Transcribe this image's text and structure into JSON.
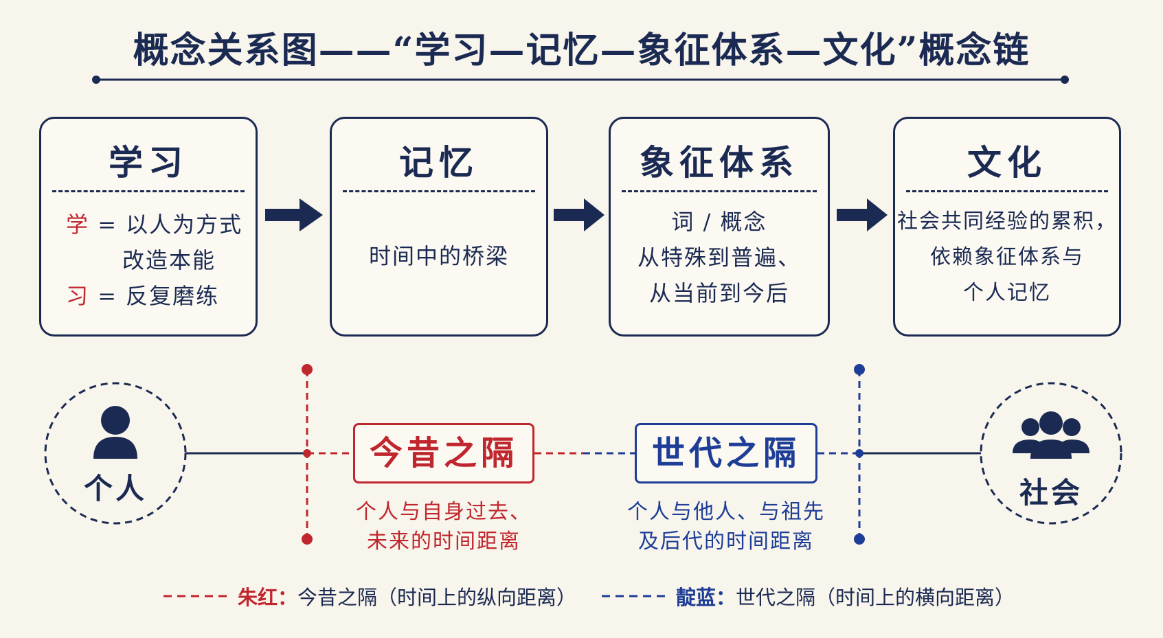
{
  "title": "概念关系图——“学习—记忆—象征体系—文化”概念链",
  "concepts": [
    {
      "head": "学习",
      "lines": [
        {
          "key": "学",
          "text": "= 以人为方式"
        },
        {
          "key": "",
          "text": "改造本能"
        },
        {
          "key": "习",
          "text": "= 反复磨练"
        }
      ]
    },
    {
      "head": "记忆",
      "lines": [
        {
          "text": "时间中的桥梁"
        }
      ]
    },
    {
      "head": "象征体系",
      "lines": [
        {
          "text": "词 / 概念"
        },
        {
          "text": "从特殊到普遍、"
        },
        {
          "text": "从当前到今后"
        }
      ]
    },
    {
      "head": "文化",
      "lines": [
        {
          "text": "社会共同经验的累积，"
        },
        {
          "text": "依赖象征体系与"
        },
        {
          "text": "个人记忆"
        }
      ]
    }
  ],
  "individual": {
    "label": "个人",
    "icon": "person-icon"
  },
  "society": {
    "label": "社会",
    "icon": "group-icon"
  },
  "gap_past": {
    "label": "今昔之隔",
    "desc1": "个人与自身过去、",
    "desc2": "未来的时间距离",
    "color": "#c0262d"
  },
  "gap_generation": {
    "label": "世代之隔",
    "desc1": "个人与他人、与祖先",
    "desc2": "及后代的时间距离",
    "color": "#1e3d96"
  },
  "legend": {
    "red_key": "朱红：",
    "red_text": "今昔之隔（时间上的纵向距离）",
    "blue_key": "靛蓝：",
    "blue_text": "世代之隔（时间上的横向距离）"
  },
  "colors": {
    "navy": "#1b2a52",
    "red": "#c0262d",
    "blue": "#1e3d96",
    "background": "#f8f5ec"
  }
}
